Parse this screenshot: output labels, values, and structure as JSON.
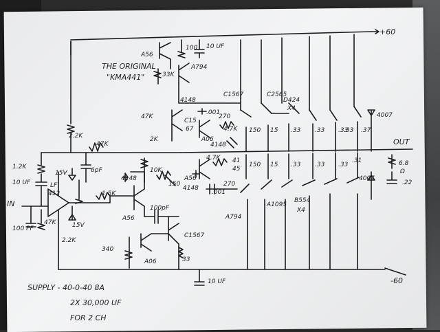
{
  "notes": {
    "title_line1": "THE ORIGINAL",
    "title_line2": "\"KMA441\"",
    "supply_line1": "SUPPLY - 40-0-40  8A",
    "supply_line2": "2X 30,000 UF",
    "supply_line3": "FOR 2 CH"
  },
  "rails": {
    "pos": "+60",
    "neg": "-60",
    "out": "OUT",
    "in": "IN"
  },
  "labels": {
    "a56_top": "A56",
    "r100": "100",
    "c10uf_top": "10 UF",
    "r33k": "33K",
    "a794_top": "A794",
    "d4148_a": "4148",
    "c1567_top": "C1567",
    "c2565": "C2565",
    "d424": "D424",
    "x4_top": "X4",
    "r4007_top": "4007",
    "r47k_a": "47K",
    "c15": "C15",
    "c67": "67",
    "c001_a": ".001",
    "r270_a": "270",
    "r47k_b": "4.7K",
    "r2k": "2K",
    "a06_top": "A06",
    "d4148_b": "4148",
    "r2_2k_left": "2.2K",
    "r47k_fb": "47K",
    "r1_2k": "1.2K",
    "c10uf_left": "10 UF",
    "pf6": "6pF",
    "v15_a": "15V",
    "lf": "LF",
    "lf412": "412",
    "d4148_c": "4148",
    "r10k": "10K",
    "r150_mid": "150",
    "r1_5k": "1.5K",
    "r47k_in": "47K",
    "c100pf_in": "100 PF",
    "r2_2k_b": "2.2K",
    "v15_b": "15V",
    "a56_mid": "A56",
    "c100pf_mid": "100pF",
    "r340": "340",
    "a06_bot": "A06",
    "c1567_bot": "C1567",
    "r33": "33",
    "c10uf_bot": "10 UF",
    "a794_bot": "A794",
    "a1095": "A1095",
    "b554": "B554",
    "x4_bot": "X4",
    "r47k_c": "4.7K",
    "r41": "41",
    "r45": "45",
    "a56_low": "A56",
    "d4148_d": "4148",
    "c001_b": ".001",
    "r270_b": "270",
    "r150_a": "150",
    "r15_a": "15",
    "r33_a": ".33",
    "r33_b": ".33",
    "r33_c": ".33",
    "r33_d": ".33",
    "r37": ".37",
    "r150_b": "150",
    "r15_b": "15",
    "r33_e": ".33",
    "r33_f": ".33",
    "r33_g": ".33",
    "r31": ".31",
    "r6_8": "6.8",
    "r_omega": "Ω",
    "c22": ".22",
    "r4007_bot": "4007"
  },
  "colors": {
    "ink": "#1c1c20",
    "paper": "#eeeff0",
    "background": "#2b2b2b"
  }
}
